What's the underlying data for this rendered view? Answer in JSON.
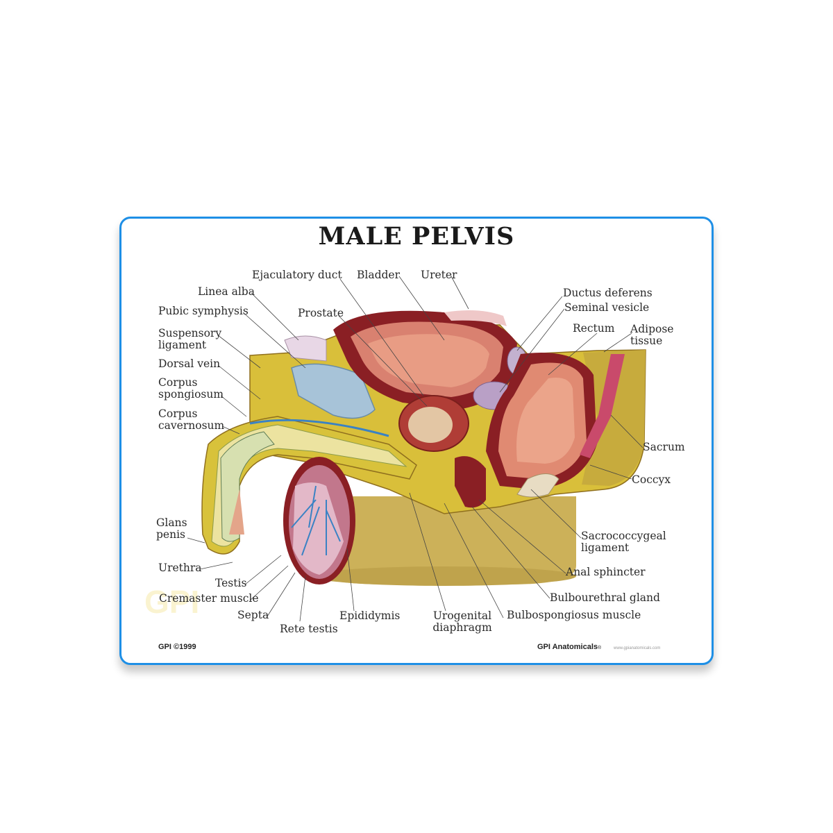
{
  "title": "MALE PELVIS",
  "labels": {
    "ejaculatory_duct": "Ejaculatory duct",
    "bladder": "Bladder",
    "ureter": "Ureter",
    "linea_alba": "Linea alba",
    "pubic_symphysis": "Pubic symphysis",
    "prostate": "Prostate",
    "suspensory_ligament": "Suspensory ligament",
    "dorsal_vein": "Dorsal vein",
    "corpus_spongiosum": "Corpus spongiosum",
    "corpus_cavernosum": "Corpus cavernosum",
    "ductus_deferens": "Ductus deferens",
    "seminal_vesicle": "Seminal vesicle",
    "rectum": "Rectum",
    "adipose_tissue": "Adipose tissue",
    "sacrum": "Sacrum",
    "coccyx": "Coccyx",
    "sacrococcygeal_ligament": "Sacrococcygeal ligament",
    "anal_sphincter": "Anal sphincter",
    "bulbourethral_gland": "Bulbourethral gland",
    "bulbospongiosus_muscle": "Bulbospongiosus muscle",
    "glans_penis": "Glans penis",
    "urethra": "Urethra",
    "testis": "Testis",
    "cremaster_muscle": "Cremaster muscle",
    "septa": "Septa",
    "rete_testis": "Rete testis",
    "epididymis": "Epididymis",
    "urogenital_diaphragm": "Urogenital diaphragm"
  },
  "footer": {
    "copyright": "GPI ©1999",
    "brand": "GPI Anatomicals",
    "registered": "®",
    "website": "www.gpianatomicals.com"
  },
  "watermark": "GPI",
  "colors": {
    "frame": "#1e8fe6",
    "base": "#cdb15a",
    "fat": "#e2c93a",
    "muscle": "#8a1f24",
    "mucosa": "#e6917f"
  }
}
